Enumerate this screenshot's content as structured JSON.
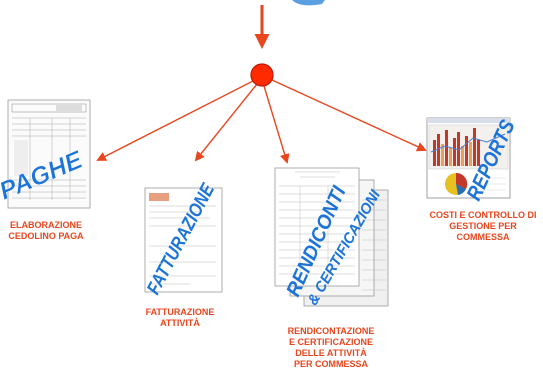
{
  "hub": {
    "color": "#ff2a00",
    "stroke": "#c01800"
  },
  "arrow_color": "#e8461e",
  "caption_color": "#e8461e",
  "stamp_color": "#1d74d8",
  "branches": [
    {
      "id": "paghe",
      "stamp": "PAGHE",
      "caption": "ELABORAZIONE\nCEDOLINO  PAGA"
    },
    {
      "id": "fatturazione",
      "stamp": "FATTURAZIONE",
      "caption": "FATTURAZIONE\nATTIVITÀ"
    },
    {
      "id": "rendiconti",
      "stamp": "RENDICONTI",
      "stamp2": "& CERTIFICAZIONI",
      "caption": "RENDICONTAZIONE\nE CERTIFICAZIONE\nDELLE ATTIVITÀ\nPER COMMESSA"
    },
    {
      "id": "reports",
      "stamp": "REPORTS",
      "caption": "COSTI E CONTROLLO DI\nGESTIONE PER\nCOMMESSA"
    }
  ]
}
